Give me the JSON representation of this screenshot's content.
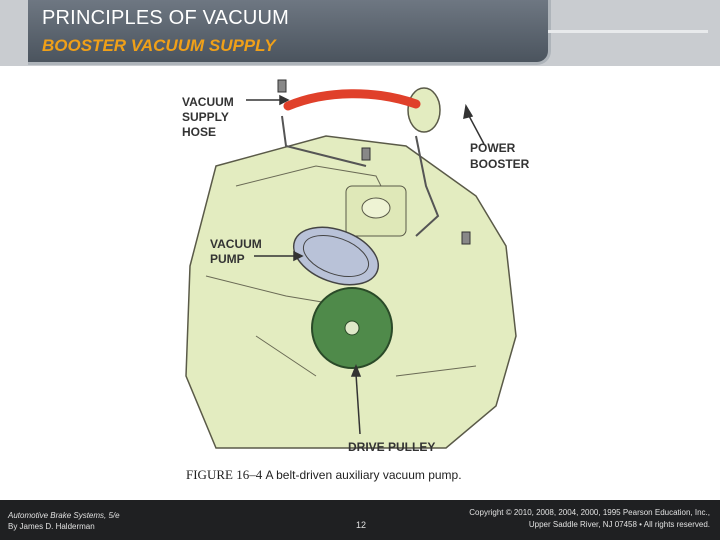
{
  "header": {
    "title": "PRINCIPLES OF VACUUM",
    "subtitle": "BOOSTER VACUUM SUPPLY"
  },
  "figure": {
    "labels": {
      "vacuum_supply_hose": [
        "VACUUM",
        "SUPPLY",
        "HOSE"
      ],
      "power_booster": [
        "POWER",
        "BOOSTER"
      ],
      "vacuum_pump": [
        "VACUUM",
        "PUMP"
      ],
      "drive_pulley": "DRIVE PULLEY"
    },
    "caption_number": "FIGURE 16–4",
    "caption_text": "A belt-driven auxiliary vacuum pump.",
    "colors": {
      "engine": "#e3ecc0",
      "hose": "#e0402a",
      "pump": "#b9c2d8",
      "pulley": "#4f8a4a"
    }
  },
  "footer": {
    "book_title": "Automotive Brake Systems, 5/e",
    "author": "By James D. Halderman",
    "page_number": "12",
    "copyright_line1": "Copyright © 2010, 2008, 2004, 2000, 1995 Pearson Education, Inc.,",
    "copyright_line2": "Upper Saddle River, NJ 07458 • All rights reserved."
  }
}
